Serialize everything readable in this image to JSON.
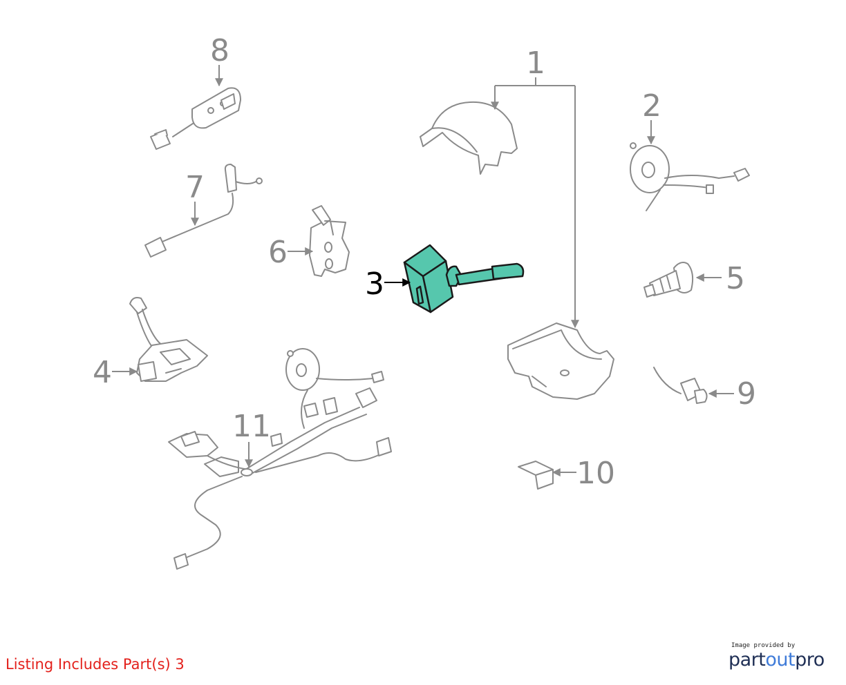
{
  "callouts": {
    "c1": "1",
    "c2": "2",
    "c3": "3",
    "c4": "4",
    "c5": "5",
    "c6": "6",
    "c7": "7",
    "c8": "8",
    "c9": "9",
    "c10": "10",
    "c11": "11"
  },
  "highlighted_part": "3",
  "footer": {
    "listing_note": "Listing Includes Part(s) 3",
    "provider_caption": "Image provided by",
    "logo_part1": "part",
    "logo_part2": "out",
    "logo_part3": "pro"
  },
  "colors": {
    "highlight_fill": "#56c7ad",
    "part_stroke": "#8a8a8a",
    "listing_note": "#e3211c",
    "logo_dark": "#1f2f55",
    "logo_accent": "#3f7bd8"
  }
}
